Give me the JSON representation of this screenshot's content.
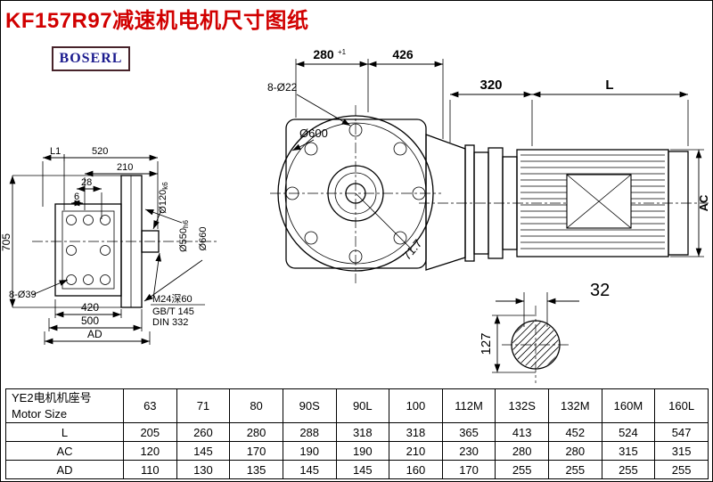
{
  "title": "KF157R97减速机电机尺寸图纸",
  "logo": "BOSERL",
  "dims": {
    "front_top_width": "280",
    "front_top_width_tol": "+1",
    "front_top_width2": "426",
    "front_bolt_holes": "8-Ø22",
    "front_flange_od": "Ø600",
    "motor_overhang": "320",
    "motor_length": "L",
    "motor_height": "AC",
    "side_l1": "L1",
    "side_width": "520",
    "side_width2": "210",
    "side_offset1": "28",
    "side_offset2": "6",
    "output_shaft_d": "Ø120",
    "output_shaft_fit": "k6",
    "spigot_d": "Ø550",
    "spigot_fit": "h6",
    "flange_d": "Ø660",
    "side_height": "705",
    "side_bolt_holes": "8-Ø39",
    "side_bottom_width": "420",
    "side_bottom_width2": "500",
    "side_ad": "AD",
    "tap_hole": "M24深60",
    "tap_std1": "GB/T 145",
    "tap_std2": "DIN 332",
    "diag_dim": "71.7",
    "key_width": "32",
    "shaft_dim": "127"
  },
  "table": {
    "header_cn": "YE2电机机座号",
    "header_en": "Motor Size",
    "columns": [
      "63",
      "71",
      "80",
      "90S",
      "90L",
      "100",
      "112M",
      "132S",
      "132M",
      "160M",
      "160L"
    ],
    "rows": [
      {
        "label": "L",
        "values": [
          "205",
          "260",
          "280",
          "288",
          "318",
          "318",
          "365",
          "413",
          "452",
          "524",
          "547"
        ]
      },
      {
        "label": "AC",
        "values": [
          "120",
          "145",
          "170",
          "190",
          "190",
          "210",
          "230",
          "280",
          "280",
          "315",
          "315"
        ]
      },
      {
        "label": "AD",
        "values": [
          "110",
          "130",
          "135",
          "145",
          "145",
          "160",
          "170",
          "255",
          "255",
          "255",
          "255"
        ]
      }
    ]
  }
}
